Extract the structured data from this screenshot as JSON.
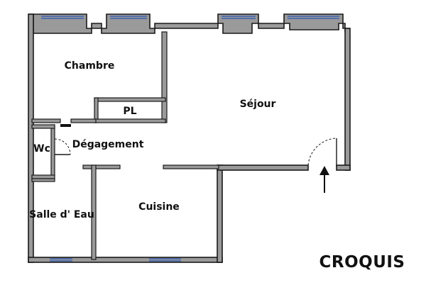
{
  "rooms": {
    "chambre": "Chambre",
    "sejour": "Séjour",
    "pl": "PL",
    "wc": "Wc",
    "degagement": "Dégagement",
    "cuisine": "Cuisine",
    "salle_eau": "Salle d' Eau"
  },
  "title": "CROQUIS",
  "colors": {
    "wall": "#9a9a9a",
    "window": "#2a57b8",
    "text": "#111111"
  },
  "icons": {
    "entrance": "arrow-up-icon",
    "door": "door-swing-icon"
  }
}
